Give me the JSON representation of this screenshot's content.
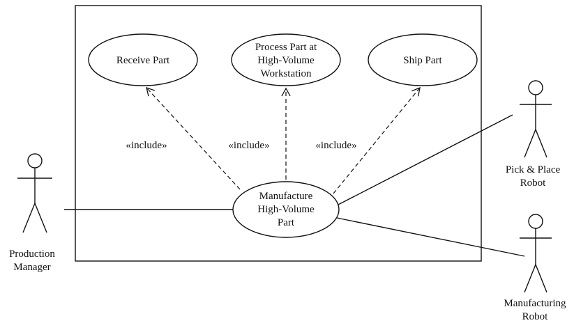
{
  "system_boundary": {
    "label": ""
  },
  "use_cases": {
    "receive_part": {
      "lines": [
        "Receive Part"
      ]
    },
    "process_part": {
      "lines": [
        "Process Part at",
        "High-Volume",
        "Workstation"
      ]
    },
    "ship_part": {
      "lines": [
        "Ship Part"
      ]
    },
    "manufacture_part": {
      "lines": [
        "Manufacture",
        "High-Volume",
        "Part"
      ]
    }
  },
  "include_labels": {
    "left": "«include»",
    "center": "«include»",
    "right": "«include»"
  },
  "actors": {
    "production_manager": {
      "lines": [
        "Production",
        "Manager"
      ]
    },
    "pick_place_robot": {
      "lines": [
        "Pick & Place",
        "Robot"
      ]
    },
    "manufacturing_robot": {
      "lines": [
        "Manufacturing",
        "Robot"
      ]
    }
  }
}
